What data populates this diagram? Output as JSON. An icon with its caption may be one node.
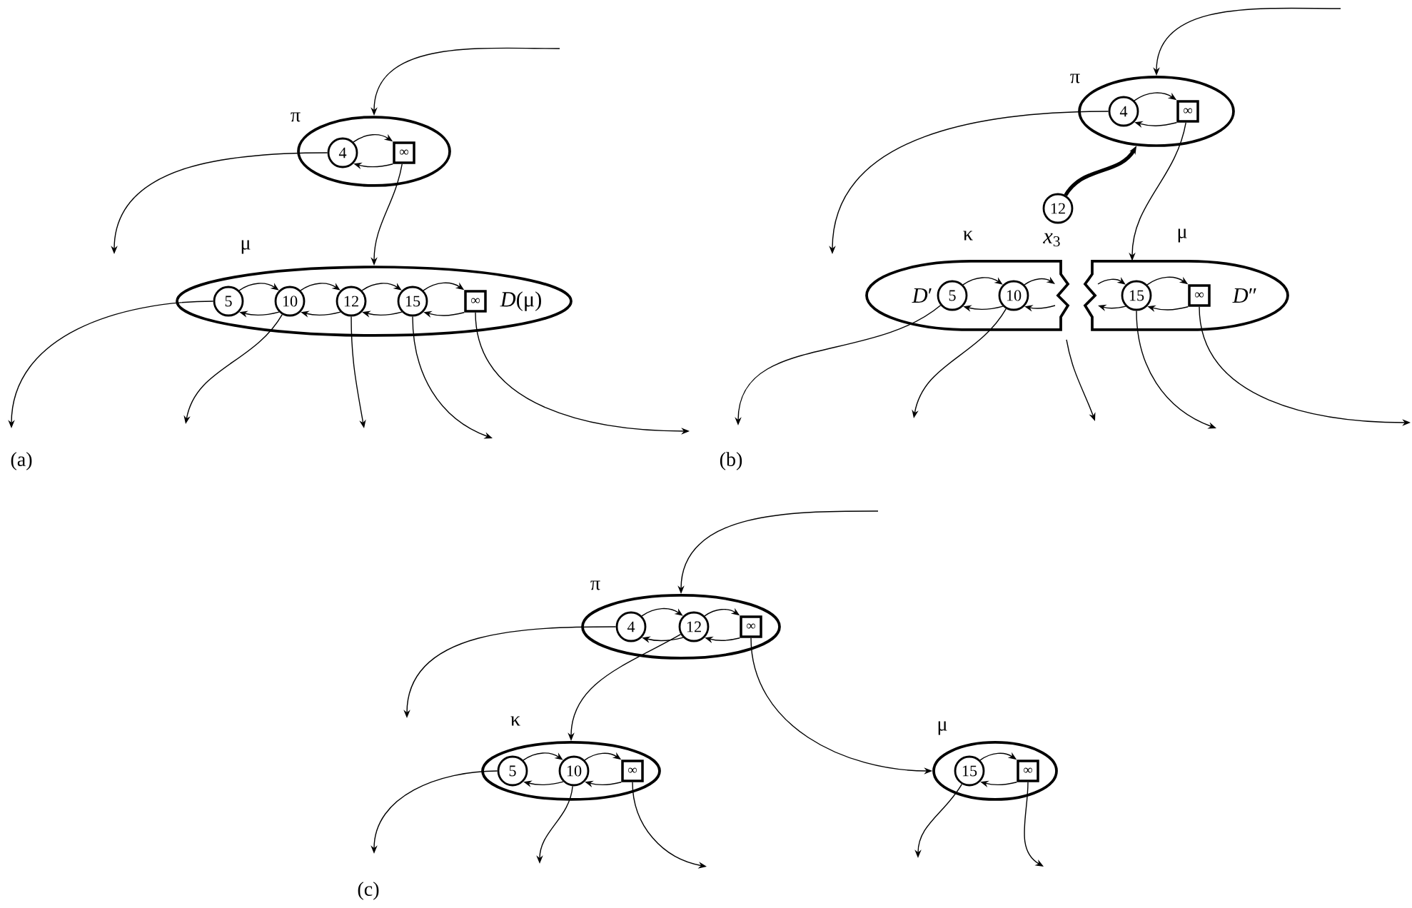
{
  "diagram": {
    "nodes": [
      {
        "text": [
          "π"
        ]
      },
      {
        "text": [
          "4"
        ],
        "in": 0
      },
      {
        "text": [
          "∞"
        ],
        "in": 0
      },
      {
        "text": [
          "μ",
          "*D*(μ)"
        ]
      },
      {
        "text": [
          "5"
        ],
        "in": 3
      },
      {
        "text": [
          "10"
        ],
        "in": 3
      },
      {
        "text": [
          "12"
        ],
        "in": 3
      },
      {
        "text": [
          "15"
        ],
        "in": 3
      },
      {
        "text": [
          "∞"
        ],
        "in": 3
      },
      {
        "text": [
          "π"
        ]
      },
      {
        "text": [
          "4"
        ],
        "in": 9
      },
      {
        "text": [
          "∞"
        ],
        "in": 9
      },
      {
        "text": [
          "12"
        ],
        "beside": [
          "*x*$_{3}$"
        ]
      },
      {
        "text": [
          "κ",
          "*D*′"
        ]
      },
      {
        "text": [
          "5"
        ],
        "in": 13
      },
      {
        "text": [
          "10"
        ],
        "in": 13
      },
      {
        "text": [
          "μ",
          "*D*″"
        ]
      },
      {
        "text": [
          "15"
        ],
        "in": 16
      },
      {
        "text": [
          "∞"
        ],
        "in": 16
      },
      {
        "text": [
          "π"
        ]
      },
      {
        "text": [
          "4"
        ],
        "in": 19
      },
      {
        "text": [
          "12"
        ],
        "in": 19
      },
      {
        "text": [
          "∞"
        ],
        "in": 19
      },
      {
        "text": [
          "κ"
        ]
      },
      {
        "text": [
          "5"
        ],
        "in": 23
      },
      {
        "text": [
          "10"
        ],
        "in": 23
      },
      {
        "text": [
          "∞"
        ],
        "in": 23
      },
      {
        "text": [
          "μ"
        ]
      },
      {
        "text": [
          "15"
        ],
        "in": 27
      },
      {
        "text": [
          "∞"
        ],
        "in": 27
      }
    ],
    "edges": [
      {
        "from": null,
        "to": 0,
        "arrow": "to"
      },
      {
        "from": 1,
        "to": 2,
        "arrow": "to"
      },
      {
        "from": 2,
        "to": 1,
        "arrow": "to"
      },
      {
        "from": 1,
        "to": null,
        "arrow": "to"
      },
      {
        "from": 2,
        "to": 3,
        "arrow": "to"
      },
      {
        "from": 4,
        "to": 5,
        "arrow": "to"
      },
      {
        "from": 5,
        "to": 4,
        "arrow": "to"
      },
      {
        "from": 5,
        "to": 6,
        "arrow": "to"
      },
      {
        "from": 6,
        "to": 5,
        "arrow": "to"
      },
      {
        "from": 6,
        "to": 7,
        "arrow": "to"
      },
      {
        "from": 7,
        "to": 6,
        "arrow": "to"
      },
      {
        "from": 7,
        "to": 8,
        "arrow": "to"
      },
      {
        "from": 8,
        "to": 7,
        "arrow": "to"
      },
      {
        "from": 4,
        "to": null,
        "arrow": "to"
      },
      {
        "from": 5,
        "to": null,
        "arrow": "to"
      },
      {
        "from": 6,
        "to": null,
        "arrow": "to"
      },
      {
        "from": 7,
        "to": null,
        "arrow": "to"
      },
      {
        "from": 8,
        "to": null,
        "arrow": "to"
      },
      {
        "from": null,
        "to": 9,
        "arrow": "to"
      },
      {
        "from": 10,
        "to": 11,
        "arrow": "to"
      },
      {
        "from": 11,
        "to": 10,
        "arrow": "to"
      },
      {
        "from": 10,
        "to": null,
        "arrow": "to"
      },
      {
        "from": 11,
        "to": 16,
        "arrow": "to"
      },
      {
        "from": 12,
        "to": 9,
        "arrow": "to",
        "style": "thick"
      },
      {
        "from": 14,
        "to": 15,
        "arrow": "to"
      },
      {
        "from": 15,
        "to": 14,
        "arrow": "to"
      },
      {
        "from": 15,
        "to": null,
        "arrow": "to"
      },
      {
        "from": null,
        "to": 15,
        "arrow": "to"
      },
      {
        "from": null,
        "to": 17,
        "arrow": "to"
      },
      {
        "from": 17,
        "to": null,
        "arrow": "to"
      },
      {
        "from": 17,
        "to": 18,
        "arrow": "to"
      },
      {
        "from": 18,
        "to": 17,
        "arrow": "to"
      },
      {
        "from": 14,
        "to": null,
        "arrow": "to"
      },
      {
        "from": 15,
        "to": null,
        "arrow": "to"
      },
      {
        "from": 17,
        "to": null,
        "arrow": "to"
      },
      {
        "from": 18,
        "to": null,
        "arrow": "to"
      },
      {
        "from": null,
        "to": 19,
        "arrow": "to"
      },
      {
        "from": 20,
        "to": 21,
        "arrow": "to"
      },
      {
        "from": 21,
        "to": 20,
        "arrow": "to"
      },
      {
        "from": 21,
        "to": 22,
        "arrow": "to"
      },
      {
        "from": 22,
        "to": 21,
        "arrow": "to"
      },
      {
        "from": 20,
        "to": null,
        "arrow": "to"
      },
      {
        "from": 21,
        "to": 23,
        "arrow": "to"
      },
      {
        "from": 22,
        "to": 27,
        "arrow": "to"
      },
      {
        "from": 24,
        "to": 25,
        "arrow": "to"
      },
      {
        "from": 25,
        "to": 24,
        "arrow": "to"
      },
      {
        "from": 25,
        "to": 26,
        "arrow": "to"
      },
      {
        "from": 26,
        "to": 25,
        "arrow": "to"
      },
      {
        "from": 24,
        "to": null,
        "arrow": "to"
      },
      {
        "from": 25,
        "to": null,
        "arrow": "to"
      },
      {
        "from": 26,
        "to": null,
        "arrow": "to"
      },
      {
        "from": 28,
        "to": 29,
        "arrow": "to"
      },
      {
        "from": 29,
        "to": 28,
        "arrow": "to"
      },
      {
        "from": 28,
        "to": null,
        "arrow": "to"
      },
      {
        "from": 29,
        "to": null,
        "arrow": "to"
      }
    ],
    "labels": [
      "(a)",
      "(b)",
      "(c)"
    ]
  }
}
